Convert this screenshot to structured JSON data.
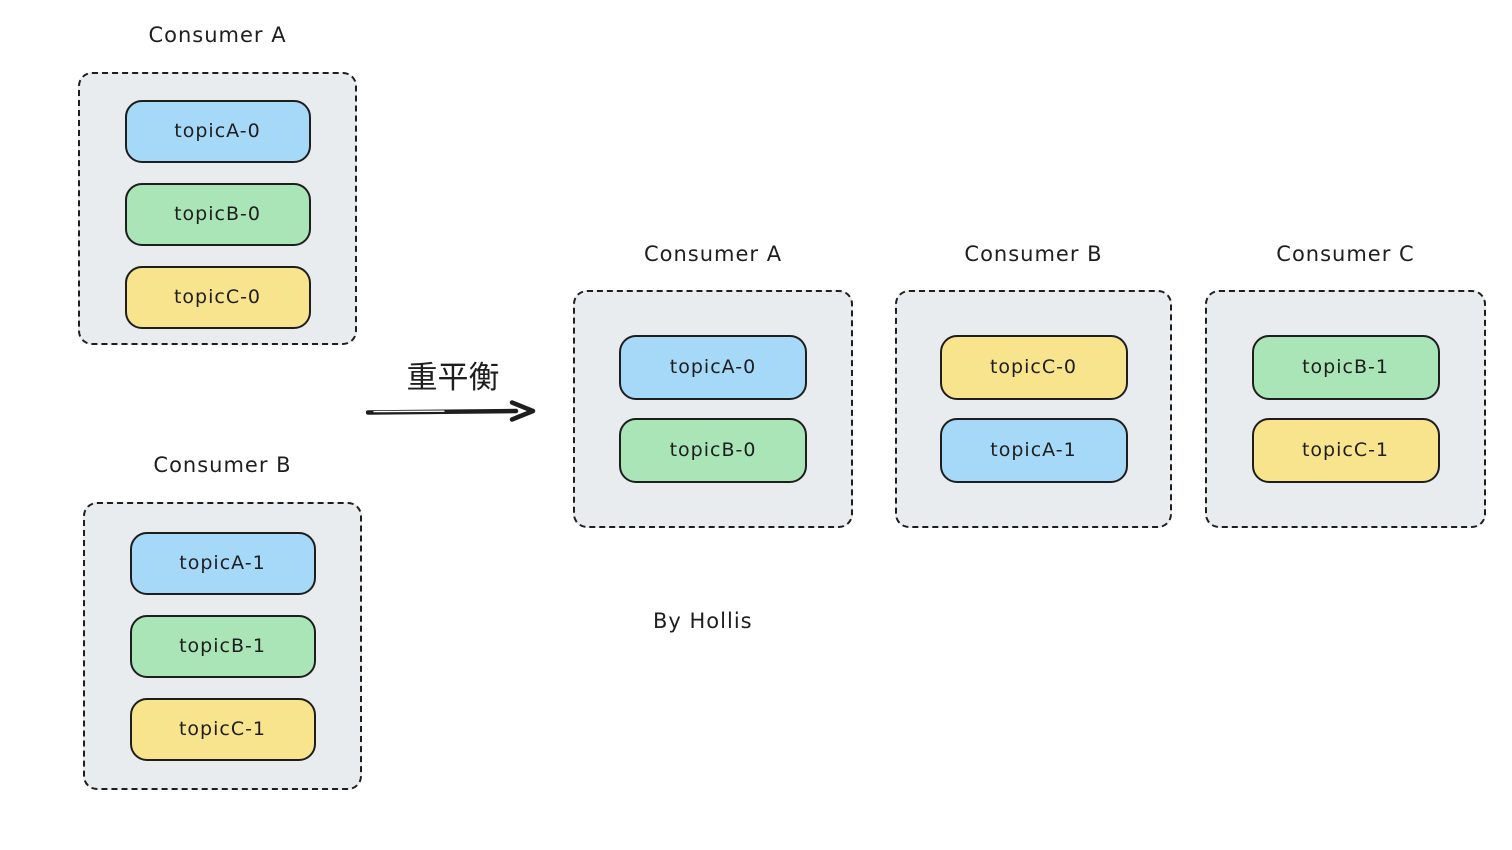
{
  "colors": {
    "background": "#ffffff",
    "stroke": "#1e1e1e",
    "container_fill": "#e9ecef",
    "partition_blue": "#a6d8f8",
    "partition_green": "#a9e5b6",
    "partition_yellow": "#f8e48c"
  },
  "before": {
    "groups": [
      {
        "title": "Consumer A",
        "partitions": [
          {
            "label": "topicA-0",
            "color": "#a6d8f8"
          },
          {
            "label": "topicB-0",
            "color": "#a9e5b6"
          },
          {
            "label": "topicC-0",
            "color": "#f8e48c"
          }
        ]
      },
      {
        "title": "Consumer B",
        "partitions": [
          {
            "label": "topicA-1",
            "color": "#a6d8f8"
          },
          {
            "label": "topicB-1",
            "color": "#a9e5b6"
          },
          {
            "label": "topicC-1",
            "color": "#f8e48c"
          }
        ]
      }
    ]
  },
  "arrow": {
    "label": "重平衡"
  },
  "after": {
    "groups": [
      {
        "title": "Consumer A",
        "partitions": [
          {
            "label": "topicA-0",
            "color": "#a6d8f8"
          },
          {
            "label": "topicB-0",
            "color": "#a9e5b6"
          }
        ]
      },
      {
        "title": "Consumer B",
        "partitions": [
          {
            "label": "topicC-0",
            "color": "#f8e48c"
          },
          {
            "label": "topicA-1",
            "color": "#a6d8f8"
          }
        ]
      },
      {
        "title": "Consumer C",
        "partitions": [
          {
            "label": "topicB-1",
            "color": "#a9e5b6"
          },
          {
            "label": "topicC-1",
            "color": "#f8e48c"
          }
        ]
      }
    ]
  },
  "credit": {
    "text": "By Hollis"
  }
}
